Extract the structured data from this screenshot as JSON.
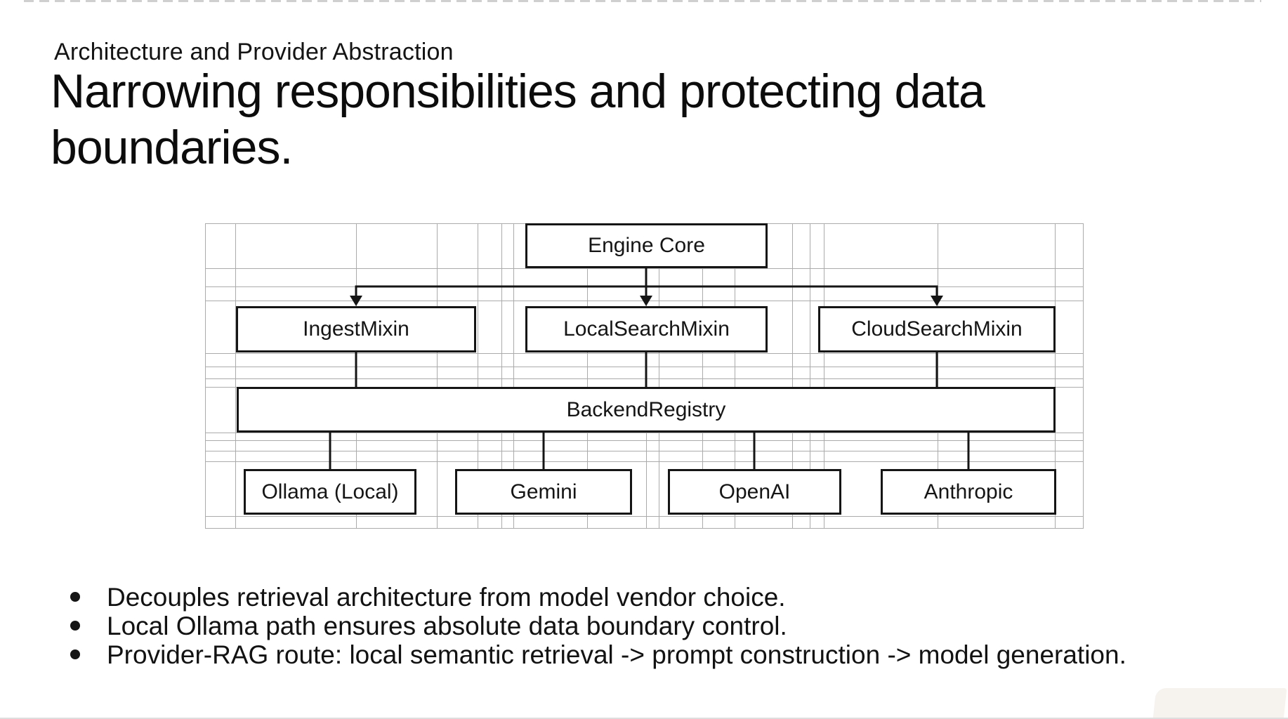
{
  "header": {
    "eyebrow": "Architecture and Provider Abstraction",
    "title": "Narrowing responsibilities and protecting data boundaries.",
    "title_line1": "Narrowing responsibilities and protecting data",
    "title_line2": "boundaries."
  },
  "diagram": {
    "nodes": {
      "engine_core": {
        "label": "Engine Core"
      },
      "ingest_mixin": {
        "label": "IngestMixin"
      },
      "local_search_mixin": {
        "label": "LocalSearchMixin"
      },
      "cloud_search_mixin": {
        "label": "CloudSearchMixin"
      },
      "backend_registry": {
        "label": "BackendRegistry"
      },
      "ollama_local": {
        "label": "Ollama (Local)"
      },
      "gemini": {
        "label": "Gemini"
      },
      "openai": {
        "label": "OpenAI"
      },
      "anthropic": {
        "label": "Anthropic"
      }
    },
    "edges": [
      {
        "from": "Engine Core",
        "to": "IngestMixin",
        "arrow": true
      },
      {
        "from": "Engine Core",
        "to": "LocalSearchMixin",
        "arrow": true
      },
      {
        "from": "Engine Core",
        "to": "CloudSearchMixin",
        "arrow": true
      },
      {
        "from": "IngestMixin",
        "to": "BackendRegistry",
        "arrow": false
      },
      {
        "from": "LocalSearchMixin",
        "to": "BackendRegistry",
        "arrow": false
      },
      {
        "from": "CloudSearchMixin",
        "to": "BackendRegistry",
        "arrow": false
      },
      {
        "from": "BackendRegistry",
        "to": "Ollama (Local)",
        "arrow": false
      },
      {
        "from": "BackendRegistry",
        "to": "Gemini",
        "arrow": false
      },
      {
        "from": "BackendRegistry",
        "to": "OpenAI",
        "arrow": false
      },
      {
        "from": "BackendRegistry",
        "to": "Anthropic",
        "arrow": false
      }
    ]
  },
  "bullets": [
    "Decouples retrieval architecture from model vendor choice.",
    "Local Ollama path ensures absolute data boundary control.",
    "Provider-RAG route: local semantic retrieval -> prompt construction -> model generation."
  ],
  "colors": {
    "ink": "#151515",
    "grid_line": "#ababab",
    "text": "#121212"
  }
}
